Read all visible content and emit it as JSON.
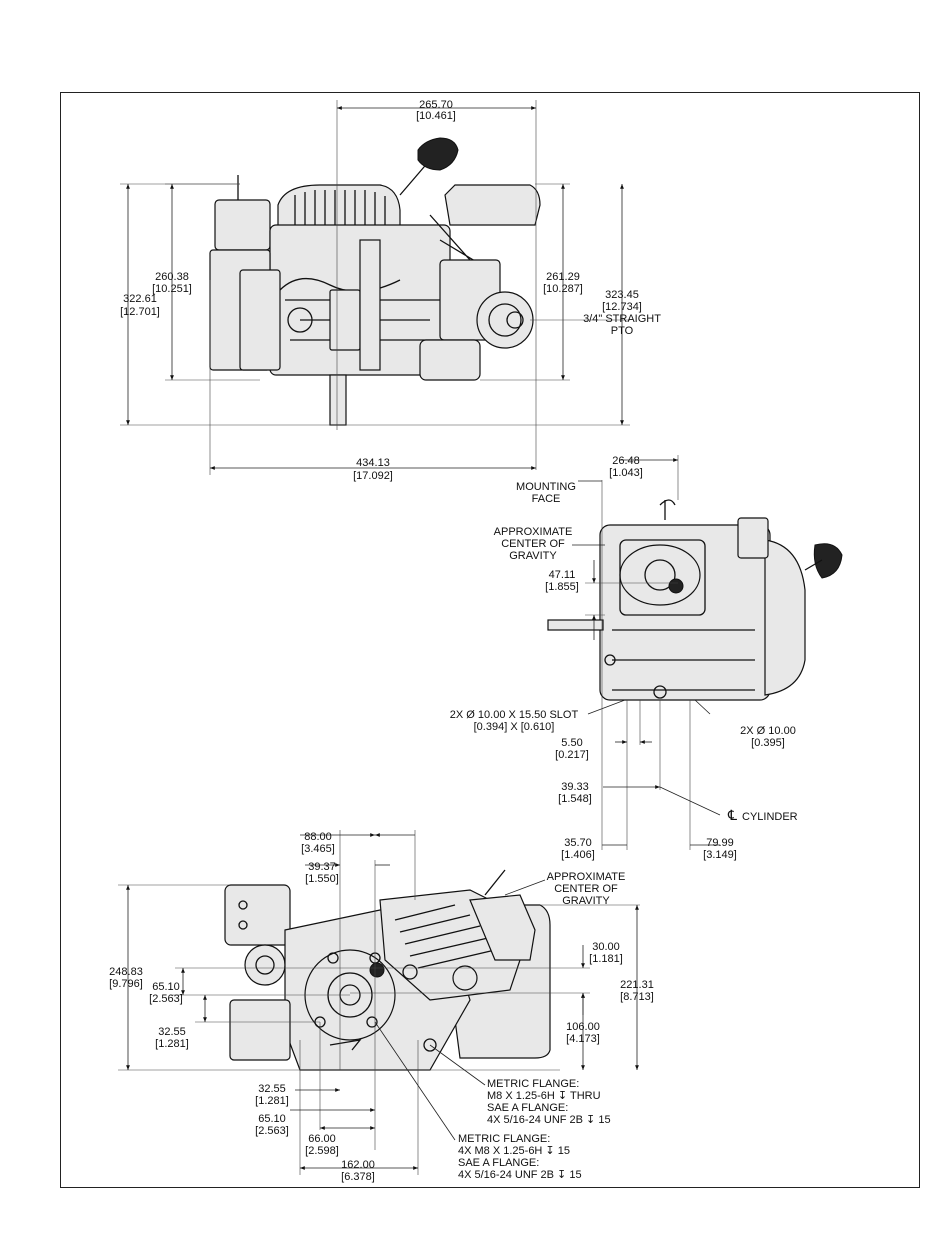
{
  "dimensions": {
    "top_view": {
      "width_top": [
        "265.70",
        "[10.461]"
      ],
      "height_left_outer": [
        "322.61",
        "[12.701]"
      ],
      "height_left_inner": [
        "260.38",
        "[10.251]"
      ],
      "height_right_inner": [
        "261.29",
        "[10.287]"
      ],
      "height_right_outer": [
        "323.45",
        "[12.734]"
      ],
      "pto_note": [
        "3/4\" STRAIGHT",
        "PTO"
      ],
      "width_bottom": [
        "434.13",
        "[17.092]"
      ]
    },
    "side_view": {
      "d_26_48": [
        "26.48",
        "[1.043]"
      ],
      "mounting_face": [
        "MOUNTING",
        "FACE"
      ],
      "cog": [
        "APPROXIMATE",
        "CENTER OF",
        "GRAVITY"
      ],
      "d_47_11": [
        "47.11",
        "[1.855]"
      ],
      "slot": [
        "2X Ø 10.00 X 15.50 SLOT",
        "[0.394] X [0.610]"
      ],
      "hole": [
        "2X Ø 10.00",
        "[0.395]"
      ],
      "d_5_50": [
        "5.50",
        "[0.217]"
      ],
      "d_39_33": [
        "39.33",
        "[1.548]"
      ],
      "cylinder": "CYLINDER",
      "cl_symbol": "℄",
      "d_35_70": [
        "35.70",
        "[1.406]"
      ],
      "d_79_99": [
        "79.99",
        "[3.149]"
      ]
    },
    "front_view": {
      "d_88_00": [
        "88.00",
        "[3.465]"
      ],
      "d_39_37": [
        "39.37",
        "[1.550]"
      ],
      "cog": [
        "APPROXIMATE",
        "CENTER OF",
        "GRAVITY"
      ],
      "d_248_83": [
        "248.83",
        "[9.796]"
      ],
      "d_65_10_left": [
        "65.10",
        "[2.563]"
      ],
      "d_32_55_left": [
        "32.55",
        "[1.281]"
      ],
      "d_30_00": [
        "30.00",
        "[1.181]"
      ],
      "d_221_31": [
        "221.31",
        "[8.713]"
      ],
      "d_106_00": [
        "106.00",
        "[4.173]"
      ],
      "d_32_55_bottom": [
        "32.55",
        "[1.281]"
      ],
      "d_65_10_bottom": [
        "65.10",
        "[2.563]"
      ],
      "d_66_00": [
        "66.00",
        "[2.598]"
      ],
      "d_162_00": [
        "162.00",
        "[6.378]"
      ],
      "note_thru": [
        "METRIC FLANGE:",
        "M8 X 1.25-6H ↧ THRU",
        "SAE A FLANGE:",
        "4X 5/16-24 UNF 2B ↧ 15"
      ],
      "note_4x": [
        "METRIC FLANGE:",
        "4X M8 X 1.25-6H ↧ 15",
        "SAE A FLANGE:",
        "4X 5/16-24 UNF 2B ↧ 15"
      ]
    }
  }
}
